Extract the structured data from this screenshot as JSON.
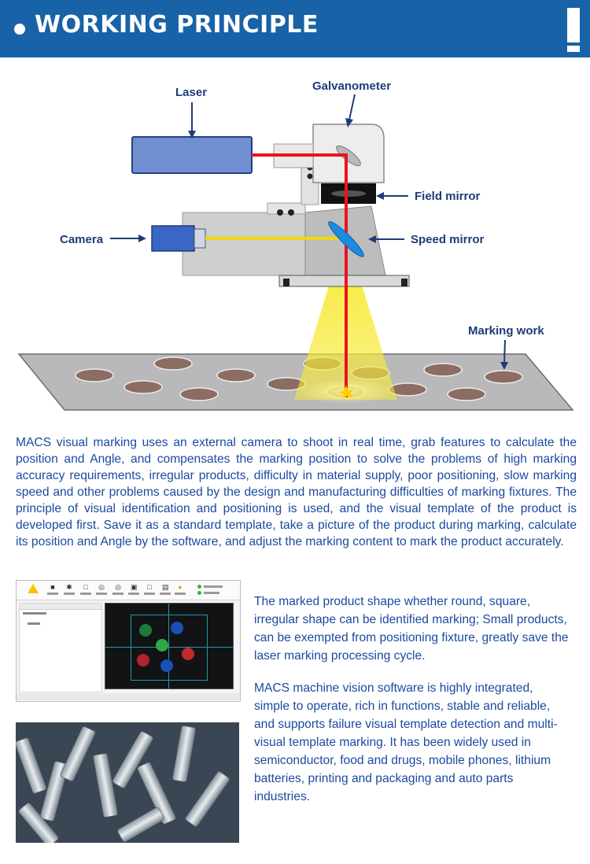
{
  "header": {
    "title": "WORKING PRINCIPLE",
    "colors": {
      "background": "#1862a8",
      "text": "#ffffff"
    },
    "icon": "exclamation-icon"
  },
  "diagram": {
    "labels": {
      "laser": "Laser",
      "galvanometer": "Galvanometer",
      "field_mirror": "Field mirror",
      "camera": "Camera",
      "speed_mirror": "Speed mirror",
      "marking_work": "Marking work"
    },
    "colors": {
      "laser_beam": "#e8141e",
      "camera_beam": "#f2d80f",
      "label": "#1f3c77",
      "laser_body": "#6f8fd1"
    }
  },
  "description": "MACS visual marking uses an external camera to shoot in real time, grab features to calculate the position and Angle, and compensates the marking position to solve the problems of high marking accuracy requirements, irregular products, difficulty in material supply, poor positioning, slow marking speed and other problems caused by the design and manufacturing difficulties of marking fixtures. The principle of visual identification and positioning is used, and the visual template of the product is developed first. Save it as a standard template, take a picture of the product during marking, calculate its position and Angle by the software, and adjust the marking content to mark the product accurately.",
  "features": {
    "paragraph1": "The marked product shape whether round, square, irregular shape can be identified marking; Small products, can be exempted from positioning fixture, greatly save the laser marking processing cycle.",
    "paragraph2": "MACS machine vision software is highly integrated, simple to operate, rich in functions, stable and reliable, and supports failure visual template detection and multi-visual template marking. It has been widely used in semiconductor, food and drugs, mobile phones, lithium batteries, printing and packaging and auto parts industries."
  }
}
